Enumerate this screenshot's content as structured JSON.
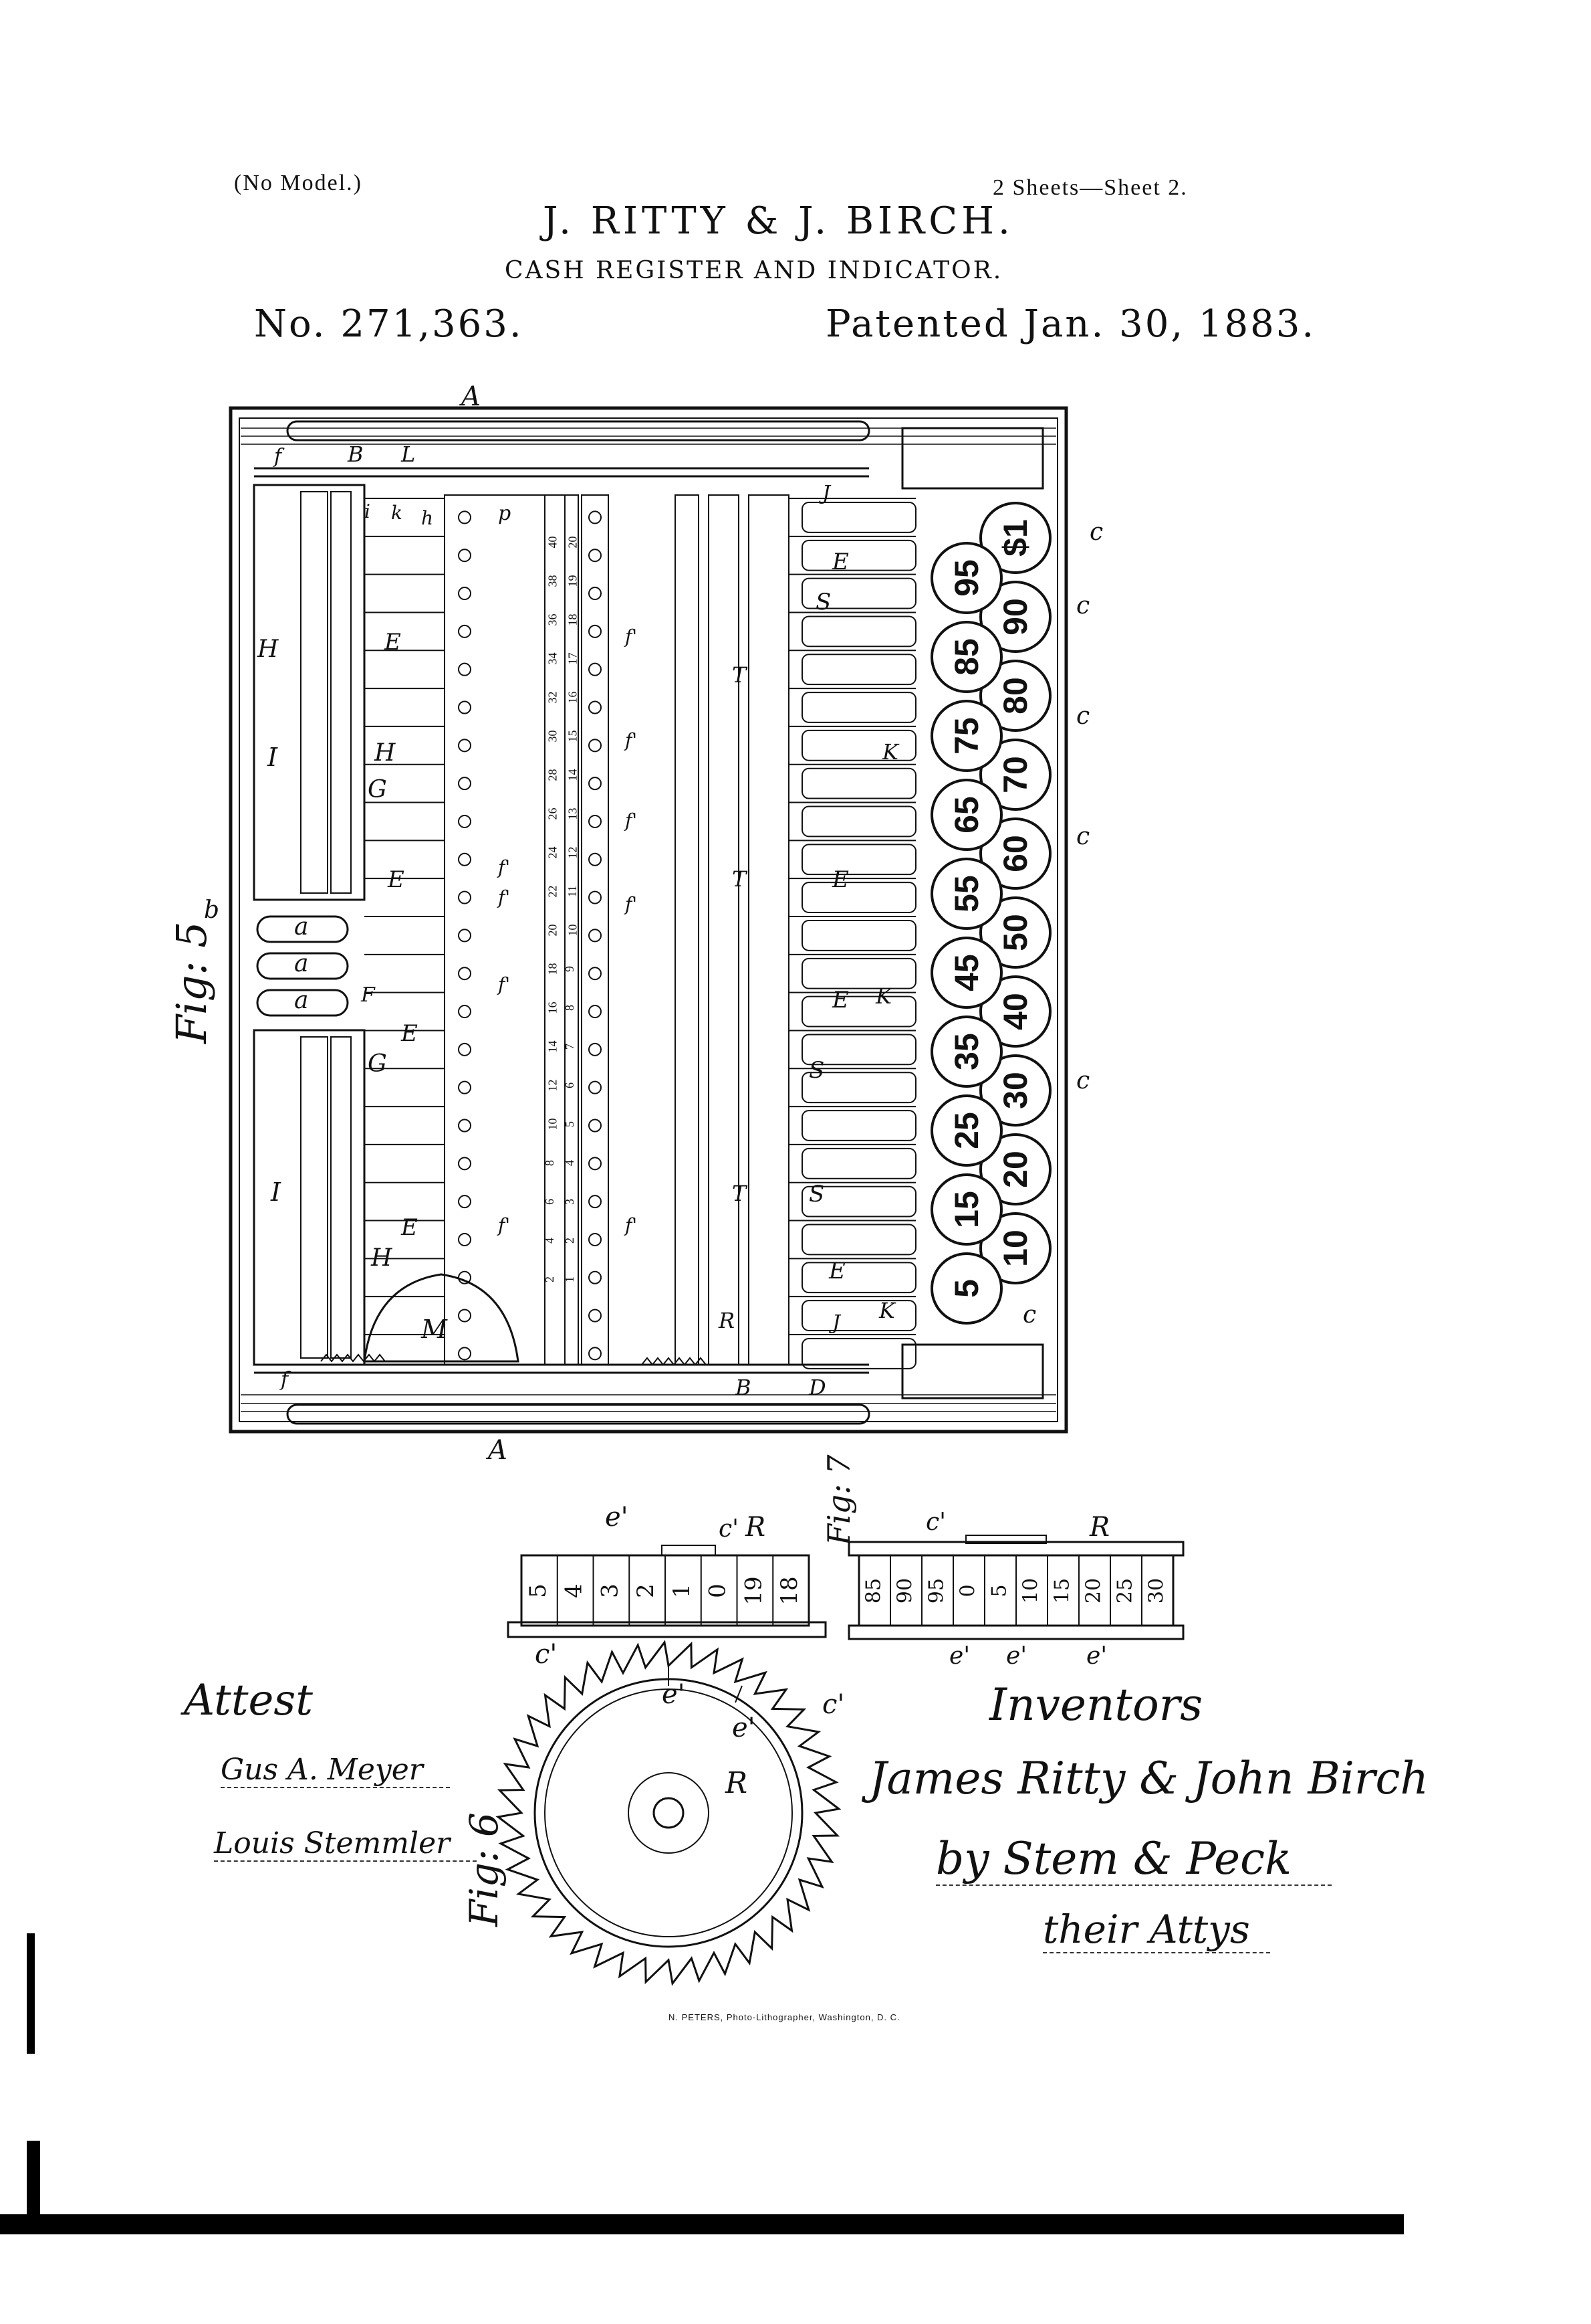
{
  "header": {
    "model_note": "(No Model.)",
    "sheets": "2 Sheets—Sheet 2.",
    "inventors_title": "J. RITTY & J. BIRCH.",
    "invention": "CASH REGISTER AND INDICATOR.",
    "patent_number": "No. 271,363.",
    "patent_date": "Patented Jan. 30, 1883."
  },
  "figures": {
    "fig5": {
      "label": "Fig: 5",
      "key_values": [
        "$1",
        "95",
        "90",
        "85",
        "80",
        "75",
        "70",
        "65",
        "60",
        "55",
        "50",
        "45",
        "40",
        "35",
        "30",
        "25",
        "20",
        "15",
        "10",
        "5"
      ],
      "wheel_numbers_left": [
        "40",
        "38",
        "36",
        "34",
        "32",
        "30",
        "28",
        "26",
        "24",
        "22",
        "20",
        "18",
        "16",
        "14",
        "12",
        "10",
        "8",
        "6",
        "4",
        "2"
      ],
      "wheel_numbers_right": [
        "20",
        "19",
        "18",
        "17",
        "16",
        "15",
        "14",
        "13",
        "12",
        "11",
        "10",
        "9",
        "8",
        "7",
        "6",
        "5",
        "4",
        "3",
        "2",
        "1"
      ],
      "letters": {
        "A": "A",
        "B": "B",
        "L": "L",
        "f": "f",
        "i": "i",
        "k": "k",
        "h": "h",
        "p": "p",
        "J": "J",
        "E": "E",
        "S": "S",
        "T": "T",
        "K": "K",
        "H": "H",
        "I": "I",
        "G": "G",
        "F": "F",
        "a": "a",
        "b": "b",
        "c": "c",
        "f1": "f'",
        "M": "M",
        "R": "R",
        "D": "D"
      }
    },
    "fig7": {
      "label": "Fig: 7",
      "left_numbers": [
        "5",
        "4",
        "3",
        "2",
        "1",
        "0",
        "19",
        "18"
      ],
      "right_numbers": [
        "85",
        "90",
        "95",
        "0",
        "5",
        "10",
        "15",
        "20",
        "25",
        "30"
      ],
      "labels": {
        "e1": "e'",
        "c1": "c'",
        "R": "R"
      }
    },
    "fig6": {
      "label": "Fig: 6",
      "labels": {
        "e1": "e'",
        "c1": "c'",
        "R": "R"
      }
    }
  },
  "signatures": {
    "attest_label": "Attest",
    "witness_1": "Gus A. Meyer",
    "witness_2": "Louis Stemmler",
    "inventors_label": "Inventors",
    "inventors_names": "James Ritty & John Birch",
    "by_line": "by Stem & Peck",
    "attys": "their Attys"
  },
  "footer": {
    "credit": "N. PETERS, Photo-Lithographer, Washington, D. C."
  }
}
